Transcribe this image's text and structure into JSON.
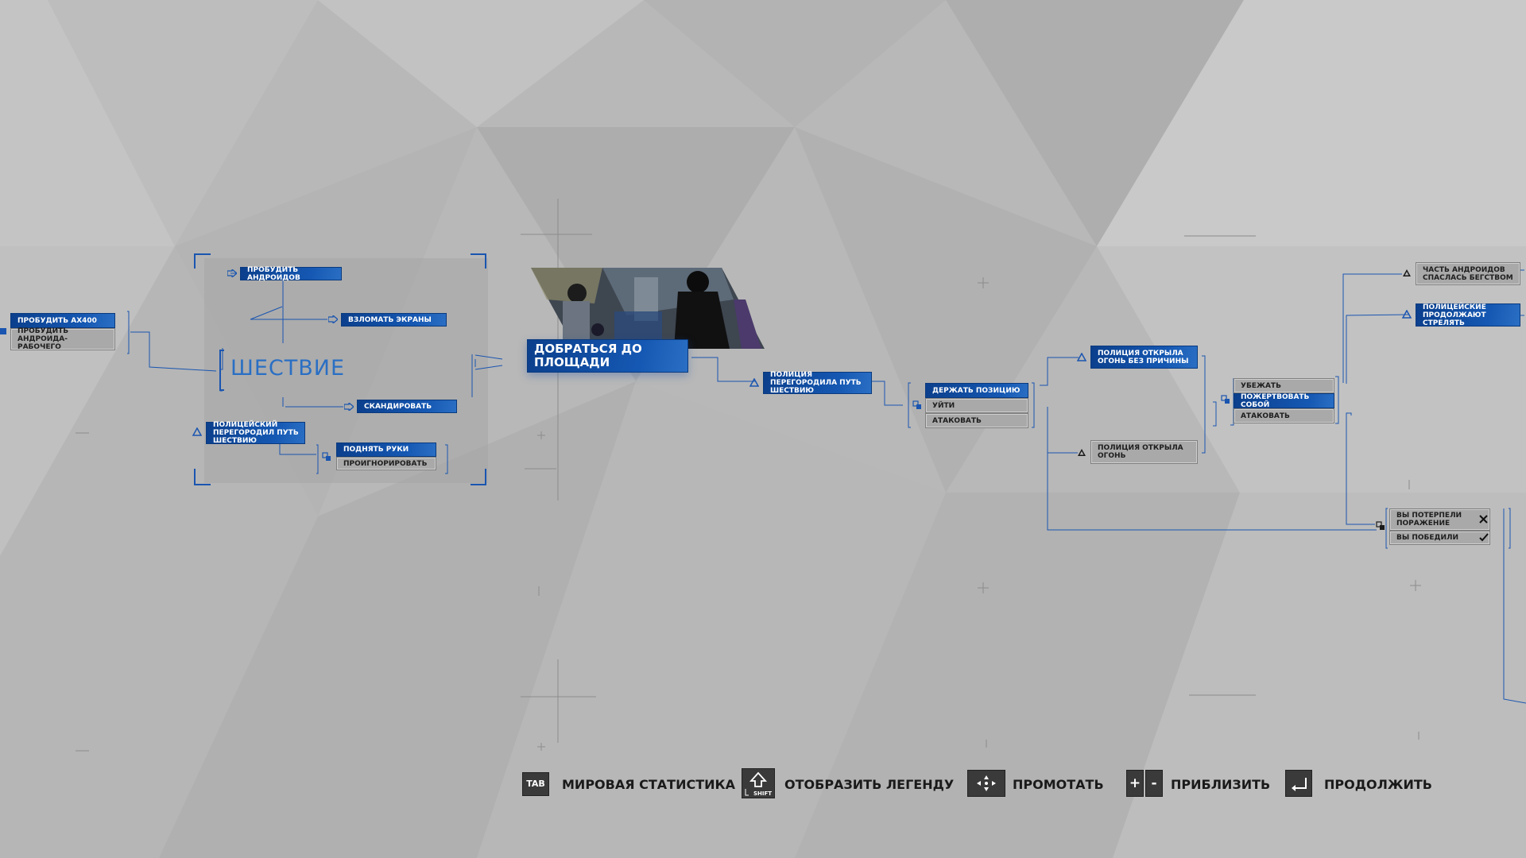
{
  "colors": {
    "accent": "#1558b3",
    "accent_light": "#2a6fc4",
    "line": "#1a55b0",
    "text_dark": "#1a1a1a",
    "node_grey": "#a9a9a9"
  },
  "chapter": {
    "title": "ШЕСТВИЕ"
  },
  "nodes": {
    "wake_ax400": "ПРОБУДИТЬ AX400",
    "wake_worker": "ПРОБУДИТЬ АНДРОИДА-РАБОЧЕГО",
    "wake_androids": "ПРОБУДИТЬ АНДРОИДОВ",
    "hack_screens": "ВЗЛОМАТЬ ЭКРАНЫ",
    "chant": "СКАНДИРОВАТЬ",
    "police_blocked_left": "ПОЛИЦЕЙСКИЙ ПЕРЕГОРОДИЛ ПУТЬ ШЕСТВИЮ",
    "raise_hands": "ПОДНЯТЬ РУКИ",
    "ignore": "ПРОИГНОРИРОВАТЬ",
    "reach_square": "ДОБРАТЬСЯ ДО ПЛОЩАДИ",
    "police_blocked": "ПОЛИЦИЯ ПЕРЕГОРОДИЛА ПУТЬ ШЕСТВИЮ",
    "hold_position": "ДЕРЖАТЬ ПОЗИЦИЮ",
    "leave": "УЙТИ",
    "attack_1": "АТАКОВАТЬ",
    "police_fired_no_reason": "ПОЛИЦИЯ ОТКРЫЛА ОГОНЬ БЕЗ ПРИЧИНЫ",
    "police_fired": "ПОЛИЦИЯ ОТКРЫЛА ОГОНЬ",
    "run_away": "УБЕЖАТЬ",
    "sacrifice": "ПОЖЕРТВОВАТЬ СОБОЙ",
    "attack_2": "АТАКОВАТЬ",
    "some_escaped": "ЧАСТЬ АНДРОИДОВ СПАСЛАСЬ БЕГСТВОМ",
    "police_keep_shooting": "ПОЛИЦЕЙСКИЕ ПРОДОЛЖАЮТ СТРЕЛЯТЬ",
    "lost": "ВЫ ПОТЕРПЕЛИ ПОРАЖЕНИЕ",
    "won": "ВЫ ПОБЕДИЛИ"
  },
  "controls": [
    {
      "key": "TAB",
      "label": "МИРОВАЯ СТАТИСТИКА",
      "icon": "tab-key-icon"
    },
    {
      "key": "SHIFT",
      "label": "ОТОБРАЗИТЬ ЛЕГЕНДУ",
      "icon": "shift-key-icon"
    },
    {
      "key": "",
      "label": "ПРОМОТАТЬ",
      "icon": "move-arrows-icon"
    },
    {
      "key": "+ -",
      "label": "ПРИБЛИЗИТЬ",
      "icon": "zoom-keys-icon"
    },
    {
      "key": "",
      "label": "ПРОДОЛЖИТЬ",
      "icon": "enter-key-icon"
    }
  ],
  "keys": {
    "tab": "TAB",
    "shift": "SHIFT",
    "plus": "+",
    "minus": "-"
  }
}
